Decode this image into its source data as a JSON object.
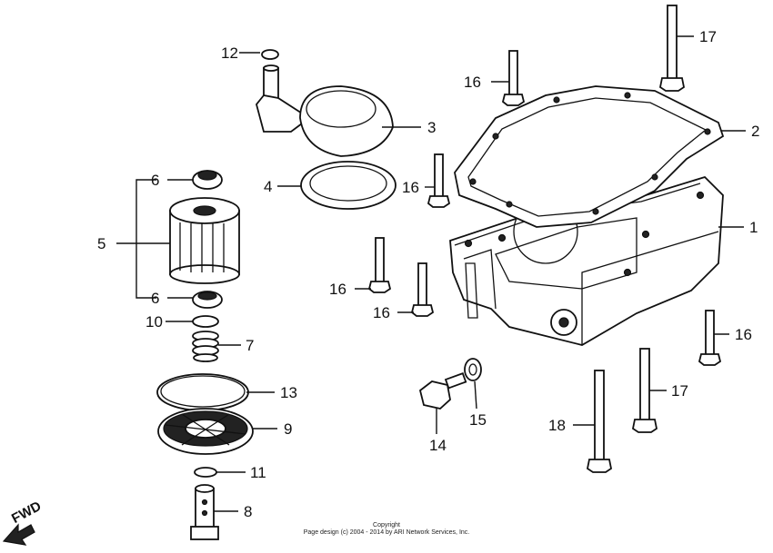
{
  "direction_label": "FWD",
  "copyright": {
    "line1": "Copyright",
    "line2": "Page design (c) 2004 - 2014 by ARI Network Services, Inc."
  },
  "callouts": {
    "c1": "1",
    "c2": "2",
    "c3": "3",
    "c4": "4",
    "c5": "5",
    "c6a": "6",
    "c6b": "6",
    "c7": "7",
    "c8": "8",
    "c9": "9",
    "c10": "10",
    "c11": "11",
    "c12": "12",
    "c13": "13",
    "c14": "14",
    "c15": "15",
    "c16a": "16",
    "c16b": "16",
    "c16c": "16",
    "c16d": "16",
    "c16e": "16",
    "c17a": "17",
    "c17b": "17",
    "c18": "18"
  }
}
